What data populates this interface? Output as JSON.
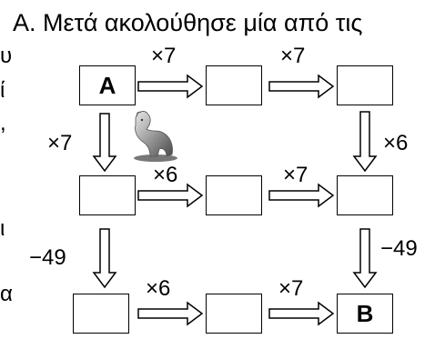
{
  "instruction": "Α. Μετά ακολούθησε μία από τις",
  "left_edge_chars": [
    "υ",
    "ί",
    ",",
    "ι",
    "α"
  ],
  "boxes": {
    "start": "A",
    "end": "B"
  },
  "operations": {
    "row1_a": "×7",
    "row1_b": "×7",
    "col_left_1": "×7",
    "col_right_1": "×6",
    "row2_a": "×6",
    "row2_b": "×7",
    "col_left_2": "−49",
    "col_right_2": "−49",
    "row3_a": "×6",
    "row3_b": "×7"
  },
  "icons": {
    "decoration": "dog-figurine-icon"
  }
}
